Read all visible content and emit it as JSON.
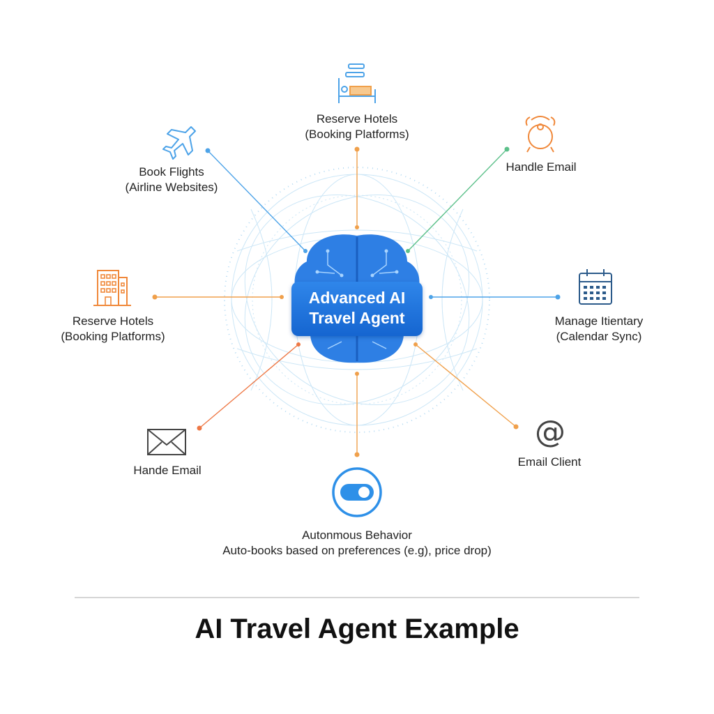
{
  "center": {
    "line1": "Advanced AI",
    "line2": "Travel Agent",
    "brain_color": "#2e7fe4"
  },
  "nodes": [
    {
      "id": "top",
      "icon": "hotel-bed-icon",
      "line1": "Reserve Hotels",
      "line2": "(Booking Platforms)",
      "color": "#f0a04b"
    },
    {
      "id": "upper-left",
      "icon": "airplane-icon",
      "line1": "Book Flights",
      "line2": "(Airline Websites)",
      "color": "#4da3e8"
    },
    {
      "id": "upper-right",
      "icon": "alarm-clock-icon",
      "line1": "Handle Email",
      "line2": "",
      "color": "#5cc08a"
    },
    {
      "id": "left",
      "icon": "hotel-building-icon",
      "line1": "Reserve Hotels",
      "line2": "(Booking Platforms)",
      "color": "#f0a04b"
    },
    {
      "id": "right",
      "icon": "calendar-icon",
      "line1": "Manage Itientary",
      "line2": "(Calendar Sync)",
      "color": "#4da3e8"
    },
    {
      "id": "lower-left",
      "icon": "envelope-icon",
      "line1": "Hande Email",
      "line2": "",
      "color": "#ee7744"
    },
    {
      "id": "lower-right",
      "icon": "at-sign-icon",
      "line1": "Email Client",
      "line2": "",
      "color": "#f0a04b"
    },
    {
      "id": "bottom",
      "icon": "toggle-switch-icon",
      "line1": "Autonmous Behavior",
      "line2": "Auto-books based on preferences (e.g), price drop)",
      "color": "#f0a04b"
    }
  ],
  "footer": {
    "title": "AI Travel Agent Example"
  },
  "colors": {
    "blue": "#4da3e8",
    "orange": "#f0a04b",
    "green": "#5cc08a",
    "red_orange": "#ee7744",
    "dark": "#444444"
  }
}
